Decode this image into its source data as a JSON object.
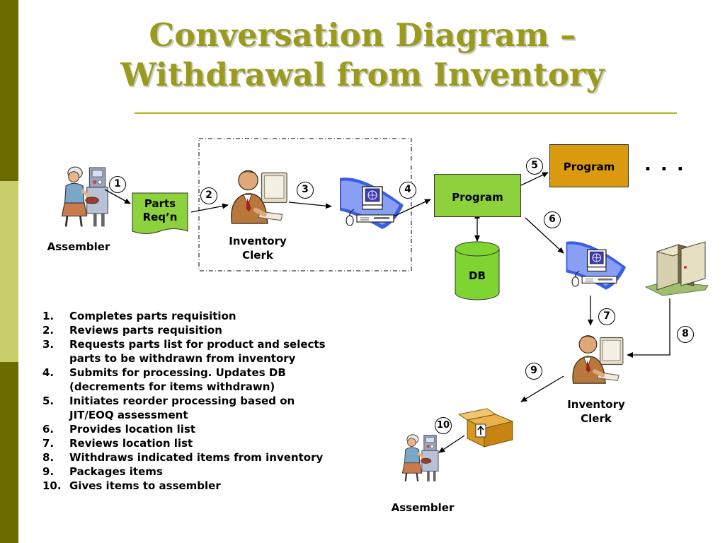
{
  "title": {
    "line1": "Conversation Diagram –",
    "line2": "Withdrawal from Inventory"
  },
  "colors": {
    "stripe_dark": "#6b6b00",
    "stripe_light": "#c9cc6b",
    "title": "#9a9a1c",
    "green_node": "#8dd23c",
    "program_orange": "#d99a10",
    "db_green": "#7ed430",
    "terminal_blue": "#3c5ee6"
  },
  "actors": {
    "assembler_top": "Assembler",
    "inventory_clerk_top": "Inventory Clerk",
    "inventory_clerk_bottom": "Inventory Clerk",
    "assembler_bottom": "Assembler"
  },
  "nodes": {
    "parts_req": "Parts Req’n",
    "program_main": "Program",
    "program_reorder": "Program",
    "db": "DB",
    "ellipsis": ". . ."
  },
  "step_markers": [
    "1",
    "2",
    "3",
    "4",
    "5",
    "6",
    "7",
    "8",
    "9",
    "10"
  ],
  "steps": [
    {
      "n": "1.",
      "text": "Completes parts requisition"
    },
    {
      "n": "2.",
      "text": "Reviews parts requisition"
    },
    {
      "n": "3.",
      "text": "Requests parts list for product and selects parts to be withdrawn from inventory"
    },
    {
      "n": "4.",
      "text": "Submits for processing.  Updates DB (decrements for items withdrawn)"
    },
    {
      "n": "5.",
      "text": "Initiates reorder processing based on JIT/EOQ assessment"
    },
    {
      "n": "6.",
      "text": "Provides location list"
    },
    {
      "n": "7.",
      "text": "Reviews location list"
    },
    {
      "n": "8.",
      "text": "Withdraws indicated items from inventory"
    },
    {
      "n": "9.",
      "text": "Packages items"
    },
    {
      "n": "10.",
      "text": "Gives items to assembler"
    }
  ]
}
